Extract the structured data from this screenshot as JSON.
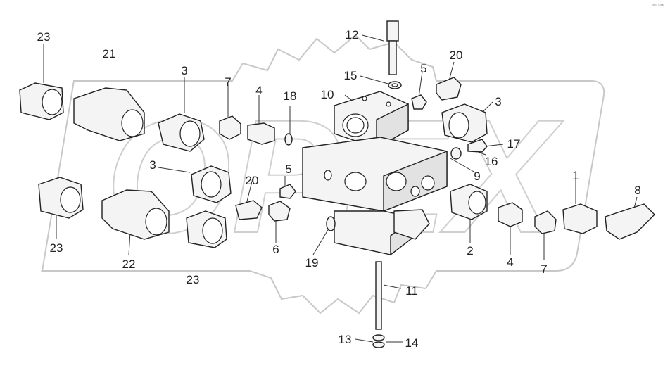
{
  "diagram": {
    "watermark": "OPEX",
    "corner_mark": "a²⁰ ©⊗",
    "labels": [
      {
        "id": "lbl-23-a",
        "text": "23"
      },
      {
        "id": "lbl-21",
        "text": "21"
      },
      {
        "id": "lbl-3-a",
        "text": "3"
      },
      {
        "id": "lbl-7-a",
        "text": "7"
      },
      {
        "id": "lbl-4-a",
        "text": "4"
      },
      {
        "id": "lbl-18",
        "text": "18"
      },
      {
        "id": "lbl-10",
        "text": "10"
      },
      {
        "id": "lbl-12",
        "text": "12"
      },
      {
        "id": "lbl-15",
        "text": "15"
      },
      {
        "id": "lbl-5-a",
        "text": "5"
      },
      {
        "id": "lbl-20-a",
        "text": "20"
      },
      {
        "id": "lbl-3-b",
        "text": "3"
      },
      {
        "id": "lbl-17",
        "text": "17"
      },
      {
        "id": "lbl-16",
        "text": "16"
      },
      {
        "id": "lbl-9",
        "text": "9"
      },
      {
        "id": "lbl-1",
        "text": "1"
      },
      {
        "id": "lbl-8",
        "text": "8"
      },
      {
        "id": "lbl-3-c",
        "text": "3"
      },
      {
        "id": "lbl-5-b",
        "text": "5"
      },
      {
        "id": "lbl-20-b",
        "text": "20"
      },
      {
        "id": "lbl-23-b",
        "text": "23"
      },
      {
        "id": "lbl-22",
        "text": "22"
      },
      {
        "id": "lbl-23-c",
        "text": "23"
      },
      {
        "id": "lbl-6",
        "text": "6"
      },
      {
        "id": "lbl-19",
        "text": "19"
      },
      {
        "id": "lbl-2",
        "text": "2"
      },
      {
        "id": "lbl-4-b",
        "text": "4"
      },
      {
        "id": "lbl-7-b",
        "text": "7"
      },
      {
        "id": "lbl-11",
        "text": "11"
      },
      {
        "id": "lbl-13",
        "text": "13"
      },
      {
        "id": "lbl-14",
        "text": "14"
      }
    ]
  }
}
